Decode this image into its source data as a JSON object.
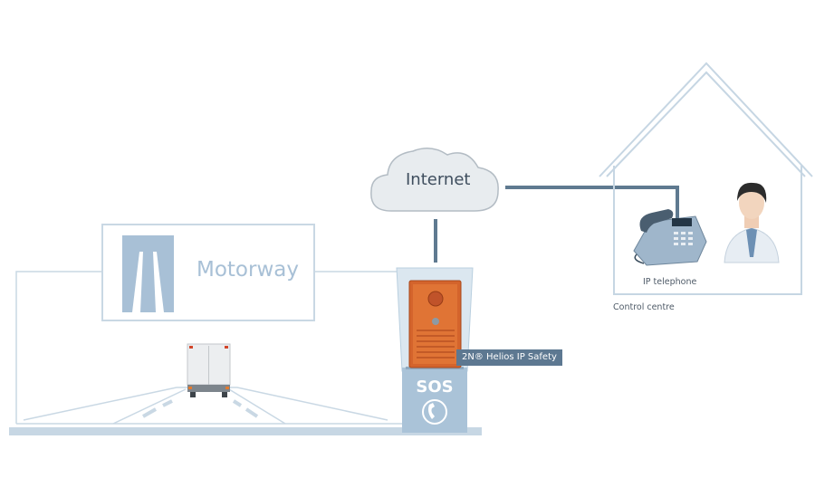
{
  "labels": {
    "internet": "Internet",
    "motorway": "Motorway",
    "ip_telephone": "IP telephone",
    "control_centre": "Control centre",
    "device_name": "2N® Helios IP Safety",
    "sos": "SOS"
  },
  "colors": {
    "line_light": "#c6d6e3",
    "network_line": "#5f7a90",
    "panel_orange": "#d4642c",
    "label_bg": "#5d7891",
    "motorway_sign": "#a8c0d6"
  },
  "icons": [
    "cloud-icon",
    "motorway-sign-icon",
    "house-icon",
    "telephone-icon",
    "person-icon",
    "truck-icon",
    "handset-icon"
  ]
}
